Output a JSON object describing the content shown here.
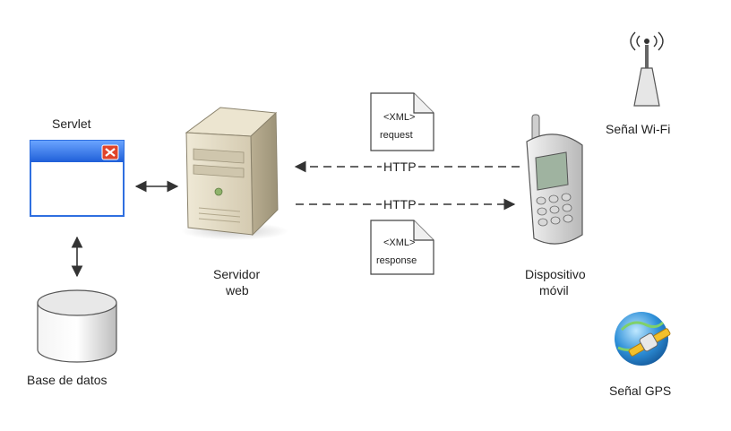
{
  "servlet": {
    "label": "Servlet",
    "close_icon": "close-icon"
  },
  "database": {
    "label": "Base de datos"
  },
  "server": {
    "label_line1": "Servidor",
    "label_line2": "web"
  },
  "device": {
    "label_line1": "Dispositivo",
    "label_line2": "móvil"
  },
  "wifi": {
    "label": "Señal Wi-Fi"
  },
  "gps": {
    "label": "Señal GPS"
  },
  "request_doc": {
    "line1": "<XML>",
    "line2": "request"
  },
  "response_doc": {
    "line1": "<XML>",
    "line2": "response"
  },
  "http_top": {
    "label": "HTTP"
  },
  "http_bottom": {
    "label": "HTTP"
  },
  "colors": {
    "window_blue": "#2f6fe0",
    "close_red": "#e0442a",
    "server_beige": "#e4dcc6",
    "arrow": "#333333"
  }
}
